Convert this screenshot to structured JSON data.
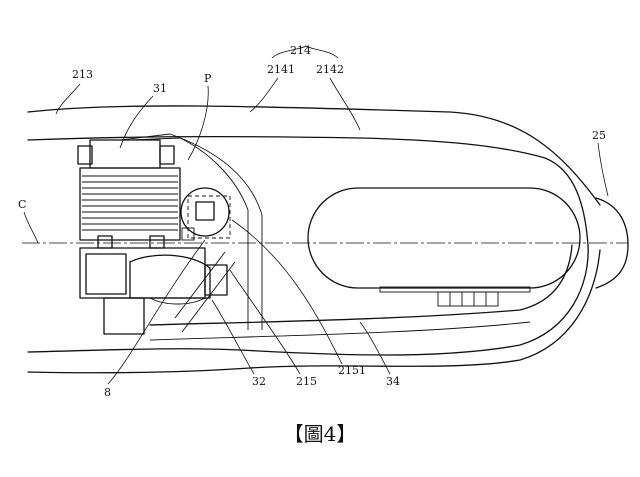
{
  "labels": {
    "ref_213": "213",
    "ref_214": "214",
    "ref_2141": "2141",
    "ref_2142": "2142",
    "ref_31": "31",
    "ref_P": "P",
    "ref_25": "25",
    "ref_C": "C",
    "ref_8": "8",
    "ref_32": "32",
    "ref_215": "215",
    "ref_2151": "2151",
    "ref_34": "34"
  },
  "caption": "【圖4】"
}
